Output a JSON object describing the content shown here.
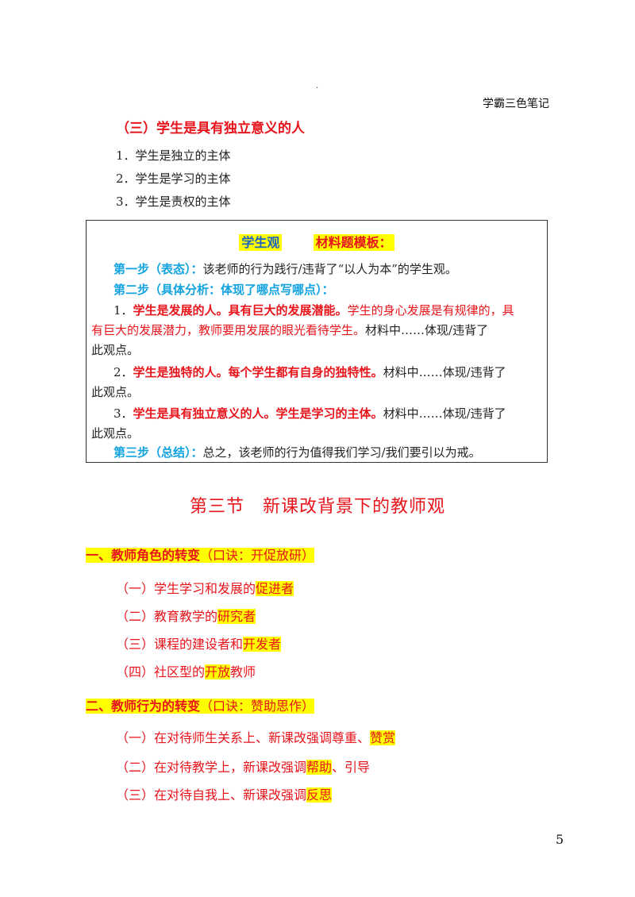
{
  "header": {
    "dot": "·",
    "title": "学霸三色笔记"
  },
  "section3": {
    "heading": "（三）学生是具有独立意义的人",
    "items": [
      "1．学生是独立的主体",
      "2．学生是学习的主体",
      "3．学生是责权的主体"
    ]
  },
  "box": {
    "title_a": "学生观",
    "title_b": "材料题模板：",
    "step1_label": "第一步（表态）：",
    "step1_text": "该老师的行为践行/违背了“以人为本”的学生观。",
    "step2_label": "第二步（具体分析：体现了哪点写哪点）：",
    "p1_num": "1．",
    "p1_bold": "学生是发展的人。具有巨大的发展潜能。",
    "p1_red": "学生的身心发展是有规律的，具",
    "p1_red2": "有巨大的发展潜力，教师要用发展的眼光看待学生。",
    "p1_tail": "材料中……体现/违背了",
    "p1_tail2": "此观点。",
    "p2_num": "2．",
    "p2_bold": "学生是独特的人。每个学生都有自身的独特性。",
    "p2_tail": "材料中……体现/违背了",
    "p2_tail2": "此观点。",
    "p3_num": "3．",
    "p3_bold": "学生是具有独立意义的人。学生是学习的主体。",
    "p3_tail": "材料中……体现/违背了",
    "p3_tail2": "此观点。",
    "step3_label": "第三步（总结）：",
    "step3_text": "总之，该老师的行为值得我们学习/我们要引以为戒。"
  },
  "chapter": {
    "title": "第三节　新课改背景下的教师观"
  },
  "part1": {
    "heading": "一、教师角色的转变",
    "mnemonic": "（口诀：开促放研）",
    "items": [
      {
        "pre": "（一）学生学习和发展的",
        "hl": "促进者",
        "post": ""
      },
      {
        "pre": "（二）教育教学的",
        "hl": "研究者",
        "post": ""
      },
      {
        "pre": "（三）课程的建设者和",
        "hl": "开发者",
        "post": ""
      },
      {
        "pre": "（四）社区型的",
        "hl": "开放",
        "post": "教师"
      }
    ]
  },
  "part2": {
    "heading": "二、教师行为的转变",
    "mnemonic": "（口诀：赞助思作）",
    "items": [
      {
        "pre": "（一）在对待师生关系上、新课改强调尊重、",
        "hl": "赞赏",
        "post": ""
      },
      {
        "pre": "（二）在对待教学上，新课改强调",
        "hl": "帮助",
        "post": "、引导"
      },
      {
        "pre": "（三）在对待自我上、新课改强调",
        "hl": "反思",
        "post": ""
      }
    ]
  },
  "page_number": "5",
  "colors": {
    "red": "#e8141b",
    "blue": "#11a3e0",
    "highlight": "#ffff00"
  }
}
